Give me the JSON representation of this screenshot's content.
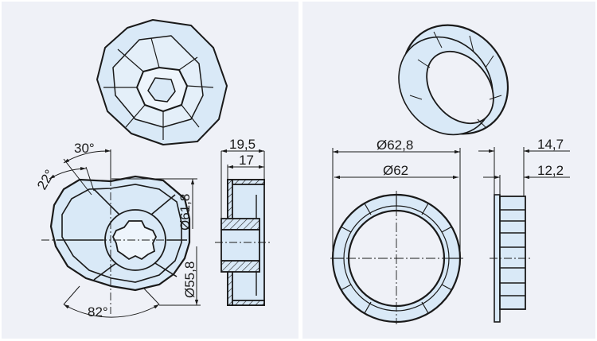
{
  "colors": {
    "panel_bg": "#eff1f7",
    "divider": "#ffffff",
    "part_fill": "#d9e9f7",
    "outline": "#1a1a1a"
  },
  "left_panel": {
    "part": "octagonal-adapter",
    "dimensions": {
      "angle_top": "30°",
      "angle_left": "22°",
      "angle_bottom": "82°",
      "outer_diameter": "Ø61,8",
      "inner_diameter": "Ø55,8",
      "total_width": "19,5",
      "body_width": "17"
    }
  },
  "right_panel": {
    "part": "ring-crown",
    "dimensions": {
      "flange_diameter": "Ø62,8",
      "body_diameter": "Ø62",
      "total_width": "14,7",
      "body_width": "12,2"
    }
  }
}
